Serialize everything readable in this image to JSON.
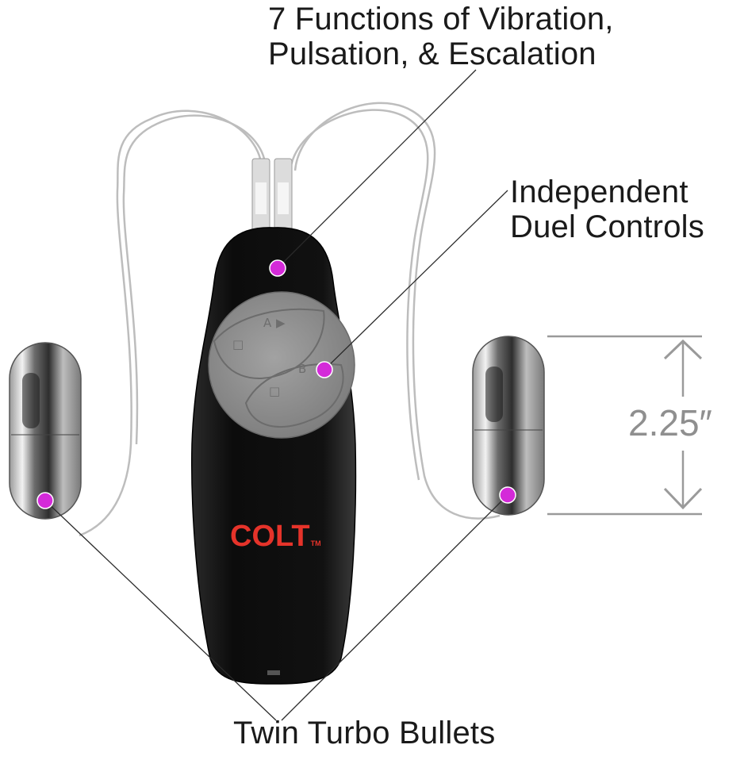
{
  "callouts": {
    "functions": {
      "line1": "7 Functions of Vibration,",
      "line2": "Pulsation, & Escalation"
    },
    "controls": {
      "line1": "Independent",
      "line2": "Duel Controls"
    },
    "bullets": {
      "text": "Twin Turbo Bullets"
    }
  },
  "dimension": {
    "label": "2.25″"
  },
  "controller": {
    "brand": "COLT",
    "brand_mark": "TM",
    "button_a_label": "A",
    "button_b_label": "B"
  },
  "colors": {
    "callout_dot": "#d42ad9",
    "brand_red": "#e5332a",
    "controller_body": "#111111",
    "button_pad": "#8a8a8a",
    "dimension_gray": "#8f8f8f"
  },
  "icons": [
    "callout-dot-icon",
    "arrow-up-icon",
    "arrow-down-icon",
    "square-button-icon"
  ]
}
